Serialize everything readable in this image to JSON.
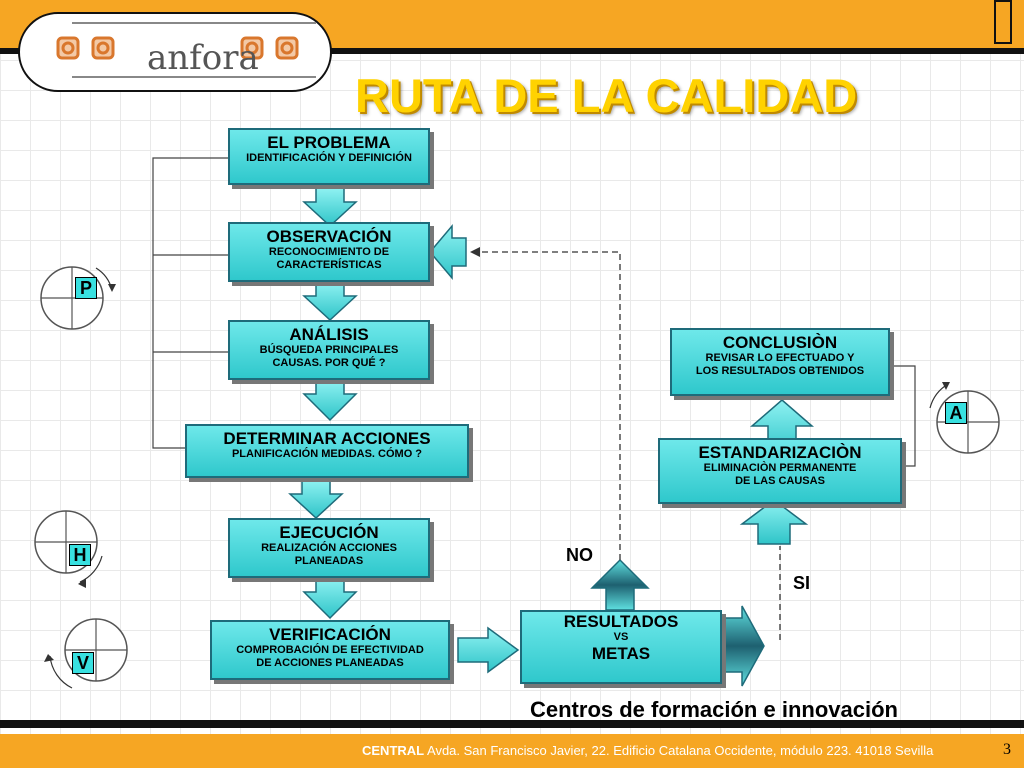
{
  "logo": {
    "name": "anfora"
  },
  "title": "RUTA DE LA CALIDAD",
  "steps": {
    "problema": {
      "title": "EL PROBLEMA",
      "sub": "IDENTIFICACIÓN Y DEFINICIÓN"
    },
    "observacion": {
      "title": "OBSERVACIÓN",
      "sub1": "RECONOCIMIENTO DE",
      "sub2": "CARACTERÍSTICAS"
    },
    "analisis": {
      "title": "ANÁLISIS",
      "sub1": "BÚSQUEDA PRINCIPALES",
      "sub2": "CAUSAS.    POR QUÉ ?"
    },
    "acciones": {
      "title": "DETERMINAR ACCIONES",
      "sub": "PLANIFICACIÓN  MEDIDAS.    CÓMO ?"
    },
    "ejecucion": {
      "title": "EJECUCIÓN",
      "sub1": "REALIZACIÓN ACCIONES",
      "sub2": "PLANEADAS"
    },
    "verificacion": {
      "title": "VERIFICACIÓN",
      "sub1": "COMPROBACIÓN DE EFECTIVIDAD",
      "sub2": "DE ACCIONES PLANEADAS"
    },
    "resultados": {
      "title": "RESULTADOS",
      "vs": "VS",
      "metas": "METAS"
    },
    "estandarizacion": {
      "title": "ESTANDARIZACIÒN",
      "sub1": "ELIMINACIÒN PERMANENTE",
      "sub2": "DE LAS CAUSAS"
    },
    "conclusion": {
      "title": "CONCLUSIÒN",
      "sub1": "REVISAR LO EFECTUADO Y",
      "sub2": "LOS RESULTADOS OBTENIDOS"
    }
  },
  "labels": {
    "no": "NO",
    "si": "SI"
  },
  "cycle": {
    "p": "P",
    "h": "H",
    "v": "V",
    "a": "A"
  },
  "footer": {
    "slogan": "Centros de formación e innovación",
    "central": "CENTRAL",
    "address": " Avda. San Francisco Javier, 22. Edificio Catalana Occidente, módulo 223. 41018 Sevilla",
    "page": "3"
  },
  "colors": {
    "accent": "#f6a623",
    "box": "#3fd4d8",
    "title": "#ffd200"
  }
}
